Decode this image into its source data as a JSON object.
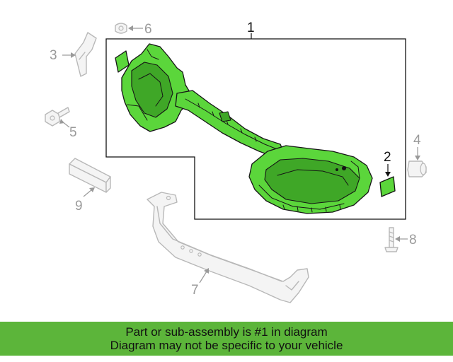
{
  "callouts": {
    "c1": "1",
    "c2": "2",
    "c3": "3",
    "c4": "4",
    "c5": "5",
    "c6": "6",
    "c7": "7",
    "c8": "8",
    "c9": "9"
  },
  "banner": {
    "line1": "Part or sub-assembly is #1 in diagram",
    "line2": "Diagram may not be specific to your vehicle",
    "color": "#5cb53a"
  },
  "colors": {
    "highlight_part": "#5bd63b"
  }
}
